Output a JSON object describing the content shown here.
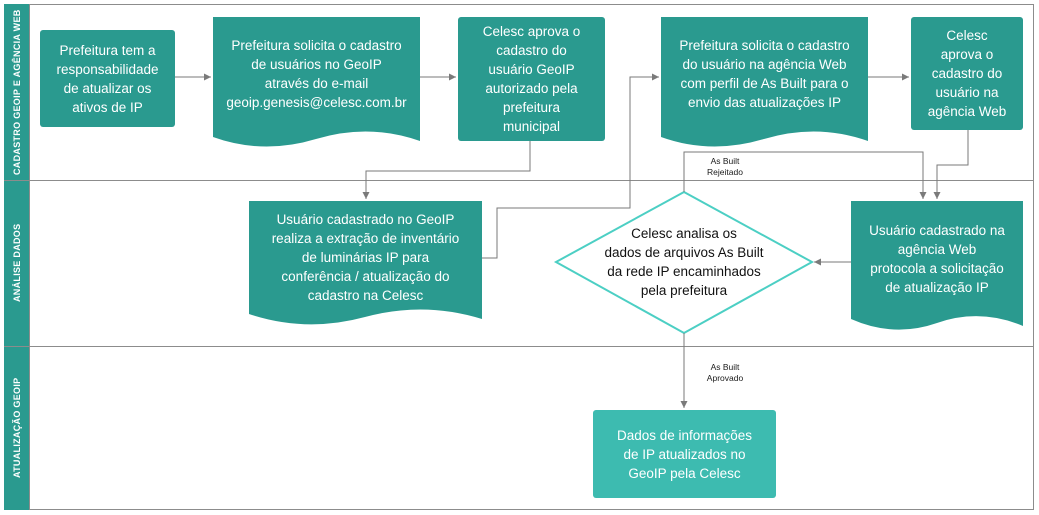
{
  "lanes": [
    {
      "label": "CADASTRO GEOIP E AGÊNCIA WEB"
    },
    {
      "label": "ANÁLISE DADOS"
    },
    {
      "label": "ATUALIZAÇÃO GEOIP"
    }
  ],
  "nodes": {
    "n1": "Prefeitura tem a\nresponsabilidade\nde atualizar os\nativos de IP",
    "n2": "Prefeitura solicita o cadastro\nde usuários no GeoIP\natravés do e-mail\ngeoip.genesis@celesc.com.br",
    "n3": "Celesc aprova o\ncadastro do\nusuário GeoIP\nautorizado pela\nprefeitura\nmunicipal",
    "n4": "Prefeitura solicita o cadastro\ndo usuário na agência Web\ncom perfil de As Built para o\nenvio das atualizações IP",
    "n5": "Celesc\naprova o\ncadastro do\nusuário na\nagência Web",
    "n6": "Usuário cadastrado no GeoIP\nrealiza a extração de inventário\nde luminárias IP para\nconferência / atualização do\ncadastro na Celesc",
    "n7": "Celesc analisa os\ndados de arquivos As Built\nda rede IP encaminhados\npela prefeitura",
    "n8": "Usuário cadastrado na\nagência Web\nprotocola a solicitação\nde atualização IP",
    "n9": "Dados de informações\nde IP atualizados no\nGeoIP pela Celesc"
  },
  "edge_labels": {
    "rejected": "As Built\nRejeitado",
    "approved": "As Built\nAprovado"
  },
  "colors": {
    "node_fill": "#2a9a8f",
    "node_fill_light": "#3dbbb0",
    "diamond_stroke": "#4ccfc4",
    "connector": "#7a7a7a"
  }
}
